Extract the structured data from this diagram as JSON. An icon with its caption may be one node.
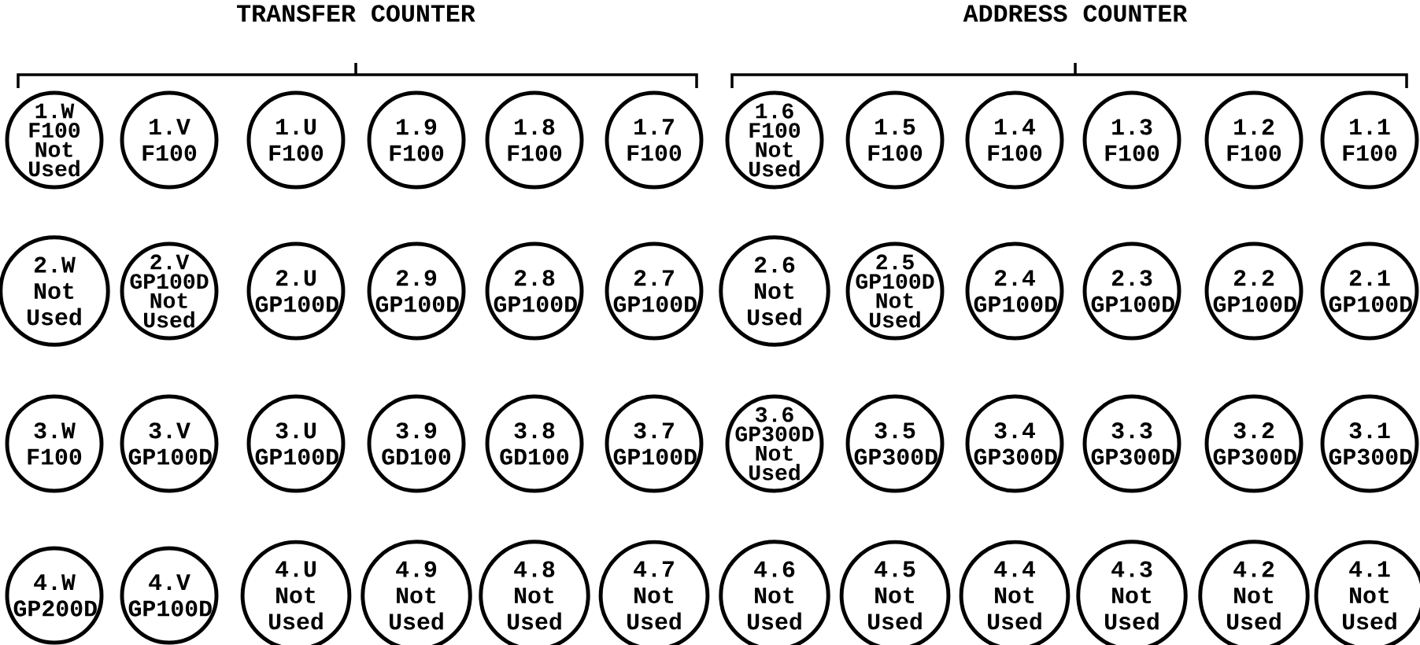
{
  "diagram": {
    "nodes": [
      {
        "text": [
          "1.W",
          "F100",
          "Not Used"
        ]
      },
      {
        "text": [
          "1.V",
          "F100"
        ]
      },
      {
        "text": [
          "1.U",
          "F100"
        ]
      },
      {
        "text": [
          "1.9",
          "F100"
        ]
      },
      {
        "text": [
          "1.8",
          "F100"
        ]
      },
      {
        "text": [
          "1.7",
          "F100"
        ]
      },
      {
        "text": [
          "1.6",
          "F100",
          "Not Used"
        ]
      },
      {
        "text": [
          "1.5",
          "F100"
        ]
      },
      {
        "text": [
          "1.4",
          "F100"
        ]
      },
      {
        "text": [
          "1.3",
          "F100"
        ]
      },
      {
        "text": [
          "1.2",
          "F100"
        ]
      },
      {
        "text": [
          "1.1",
          "F100"
        ]
      },
      {
        "text": [
          "2.W",
          "Not Used"
        ]
      },
      {
        "text": [
          "2.V",
          "GP100D",
          "Not Used"
        ]
      },
      {
        "text": [
          "2.U",
          "GP100D"
        ]
      },
      {
        "text": [
          "2.9",
          "GP100D"
        ]
      },
      {
        "text": [
          "2.8",
          "GP100D"
        ]
      },
      {
        "text": [
          "2.7",
          "GP100D"
        ]
      },
      {
        "text": [
          "2.6",
          "Not Used"
        ]
      },
      {
        "text": [
          "2.5",
          "GP100D",
          "Not Used"
        ]
      },
      {
        "text": [
          "2.4",
          "GP100D"
        ]
      },
      {
        "text": [
          "2.3",
          "GP100D"
        ]
      },
      {
        "text": [
          "2.2",
          "GP100D"
        ]
      },
      {
        "text": [
          "2.1",
          "GP100D"
        ]
      },
      {
        "text": [
          "3.W",
          "F100"
        ]
      },
      {
        "text": [
          "3.V",
          "GP100D"
        ]
      },
      {
        "text": [
          "3.U",
          "GP100D"
        ]
      },
      {
        "text": [
          "3.9",
          "GD100"
        ]
      },
      {
        "text": [
          "3.8",
          "GD100"
        ]
      },
      {
        "text": [
          "3.7",
          "GP100D"
        ]
      },
      {
        "text": [
          "3.6",
          "GP300D",
          "Not Used"
        ]
      },
      {
        "text": [
          "3.5",
          "GP300D"
        ]
      },
      {
        "text": [
          "3.4",
          "GP300D"
        ]
      },
      {
        "text": [
          "3.3",
          "GP300D"
        ]
      },
      {
        "text": [
          "3.2",
          "GP300D"
        ]
      },
      {
        "text": [
          "3.1",
          "GP300D"
        ]
      },
      {
        "text": [
          "4.W",
          "GP200D"
        ]
      },
      {
        "text": [
          "4.V",
          "GP100D"
        ]
      },
      {
        "text": [
          "4.U",
          "Not Used"
        ]
      },
      {
        "text": [
          "4.9",
          "Not Used"
        ]
      },
      {
        "text": [
          "4.8",
          "Not Used"
        ]
      },
      {
        "text": [
          "4.7",
          "Not Used"
        ]
      },
      {
        "text": [
          "4.6",
          "Not Used"
        ]
      },
      {
        "text": [
          "4.5",
          "Not Used"
        ]
      },
      {
        "text": [
          "4.4",
          "Not Used"
        ]
      },
      {
        "text": [
          "4.3",
          "Not Used"
        ]
      },
      {
        "text": [
          "4.2",
          "Not Used"
        ]
      },
      {
        "text": [
          "4.1",
          "Not Used"
        ]
      }
    ],
    "labels": [
      "TRANSFER COUNTER",
      "ADDRESS COUNTER"
    ]
  }
}
